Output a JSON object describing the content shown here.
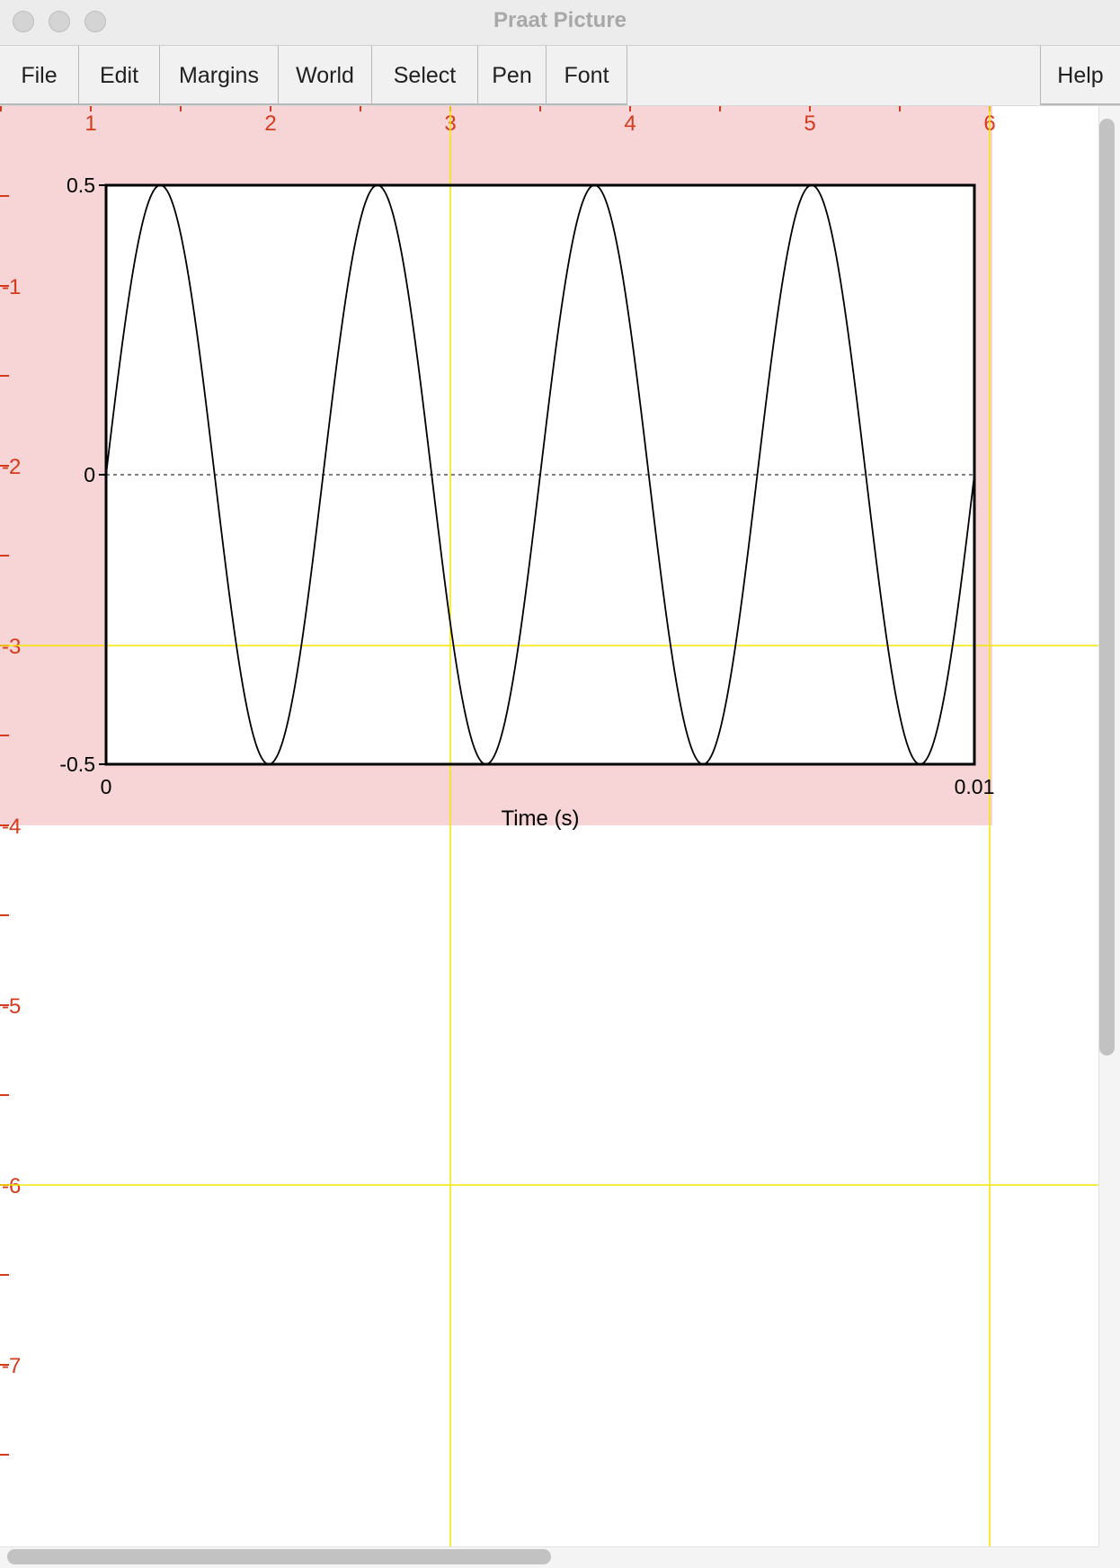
{
  "window": {
    "title": "Praat Picture"
  },
  "menu": {
    "items": [
      {
        "label": "File"
      },
      {
        "label": "Edit"
      },
      {
        "label": "Margins"
      },
      {
        "label": "World"
      },
      {
        "label": "Select"
      },
      {
        "label": "Pen"
      },
      {
        "label": "Font"
      }
    ],
    "help": "Help"
  },
  "colors": {
    "ruler": "#d63a1c",
    "selection": "#f7d4d5",
    "guide": "#f5e600",
    "curve": "#000000"
  },
  "ruler": {
    "top_labels": [
      "1",
      "2",
      "3",
      "4",
      "5",
      "6"
    ],
    "left_labels": [
      "-1",
      "-2",
      "-3",
      "-4",
      "-5",
      "-6",
      "-7"
    ]
  },
  "selection": {
    "x_inch": [
      0,
      6
    ],
    "y_inch": [
      0,
      4
    ]
  },
  "chart_data": {
    "type": "line",
    "xlabel": "Time (s)",
    "ylabel": "",
    "xlim": [
      0,
      0.01
    ],
    "ylim": [
      -0.5,
      0.5
    ],
    "x_tick_labels": [
      "0",
      "0.01"
    ],
    "y_tick_labels": [
      "0.5",
      "0",
      "-0.5"
    ],
    "y_ticks": [
      0.5,
      0,
      -0.5
    ],
    "x_ticks": [
      0,
      0.01
    ],
    "zero_line": 0,
    "series": [
      {
        "function": "0.5*sin(2*pi*400*t)",
        "amplitude": 0.5,
        "frequency_hz": 400,
        "t_range": [
          0,
          0.01
        ]
      }
    ]
  }
}
